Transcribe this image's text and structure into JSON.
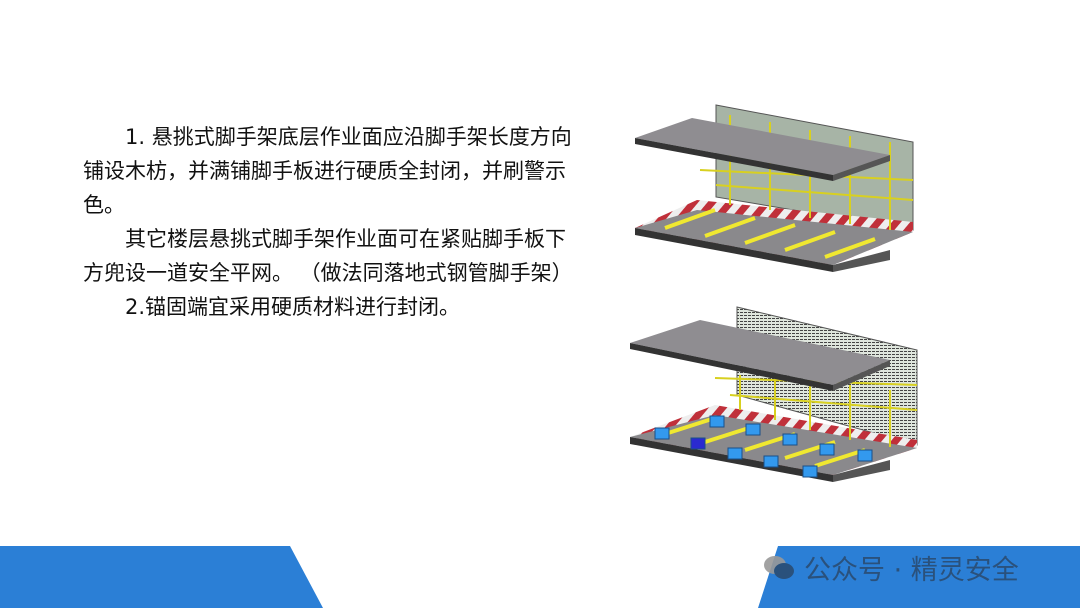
{
  "paragraphs": [
    {
      "text": "1. 悬挑式脚手架底层作业面应沿脚手架长度方向铺设木枋，并满铺脚手板进行硬质全封闭，并刷警示色。",
      "indent": true
    },
    {
      "text": "其它楼层悬挑式脚手架作业面可在紧贴脚手板下方兜设一道安全平网。 （做法同落地式钢管脚手架）",
      "indent": true
    },
    {
      "text": "2.锚固端宜采用硬质材料进行封闭。",
      "indent": true
    }
  ],
  "watermark": {
    "text": "公众号 · 精灵安全",
    "icon": "wechat-icon"
  },
  "colors": {
    "accent": "#2b7fd6",
    "warning_red": "#c0303a",
    "scaffold_yellow": "#e8e020",
    "box_blue": "#3399ee"
  }
}
